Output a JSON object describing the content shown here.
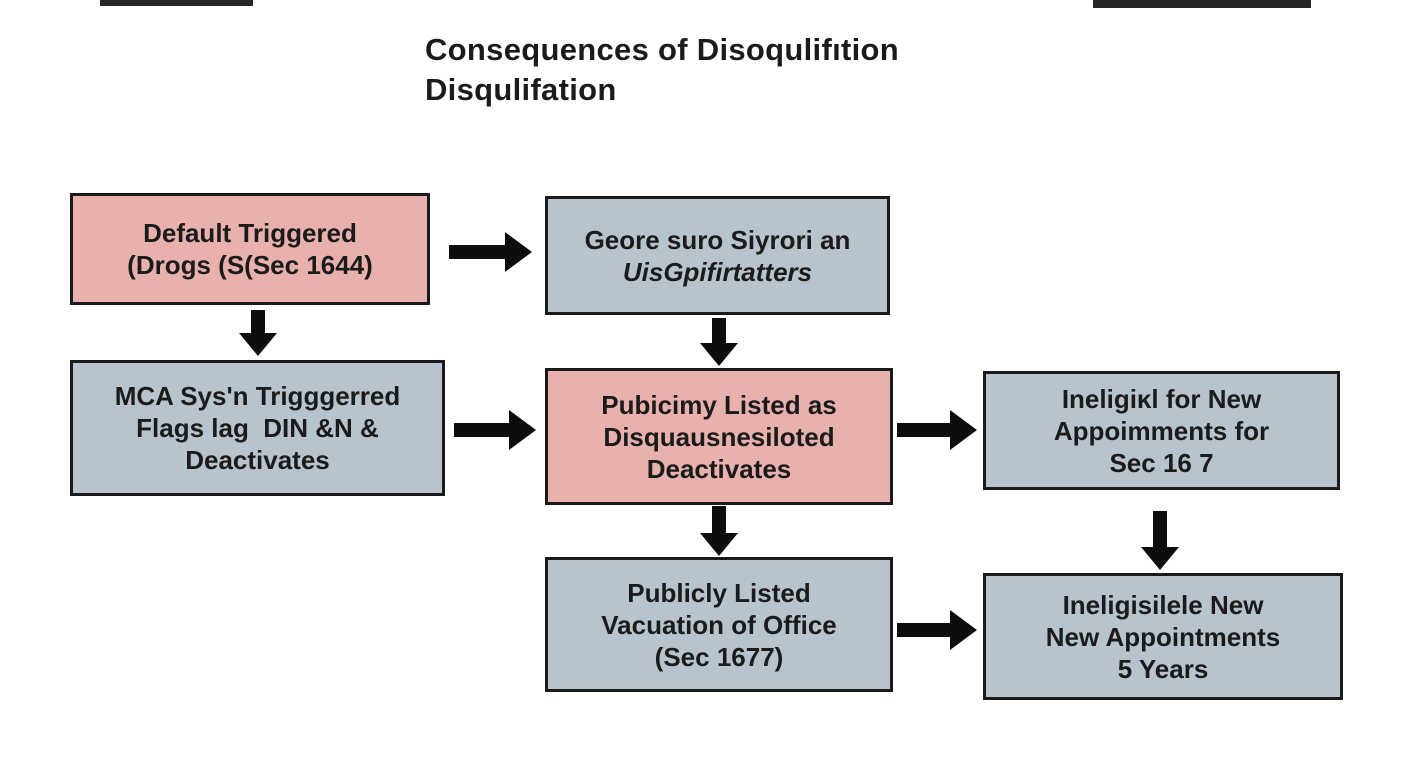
{
  "title": {
    "line1": "Consequences of Disoqulifıtion",
    "line2": "Disqulifation"
  },
  "boxes": [
    {
      "name": "default-triggered",
      "lines": [
        "Default Triggered",
        "(Drogs (S(Sec 1644)"
      ]
    },
    {
      "name": "geore-suro-notice",
      "lines": [
        "Geore suro Siyrori an",
        "UisGpifirtatters"
      ]
    },
    {
      "name": "mca-system-flags",
      "lines": [
        "MCA Sys'n Trigggerred",
        "Flags lag  DIN &N &",
        "Deactivates"
      ]
    },
    {
      "name": "publicly-listed-disqualified",
      "lines": [
        "Pubicimy Listed as",
        "Disquausnesiloted",
        "Deactivates"
      ]
    },
    {
      "name": "ineligible-new-appointments",
      "lines": [
        "Ineligiĸl for New",
        "Appoimments for",
        "Sec 16 7"
      ]
    },
    {
      "name": "vacation-of-office",
      "lines": [
        "Publicly Listed",
        "Vacuation of Office",
        "(Sec 1677)"
      ]
    },
    {
      "name": "ineligible-five-years",
      "lines": [
        "Ineligisilele New",
        "New Appointments",
        "5 Years"
      ]
    }
  ],
  "colors": {
    "box_pink": "#e8b1ad",
    "box_blue": "#b7c4ce",
    "border": "#1a1a1a",
    "arrow": "#0d0d0d",
    "text": "#1b1b1b",
    "artifact": "#262626",
    "bg": "#ffffff"
  }
}
